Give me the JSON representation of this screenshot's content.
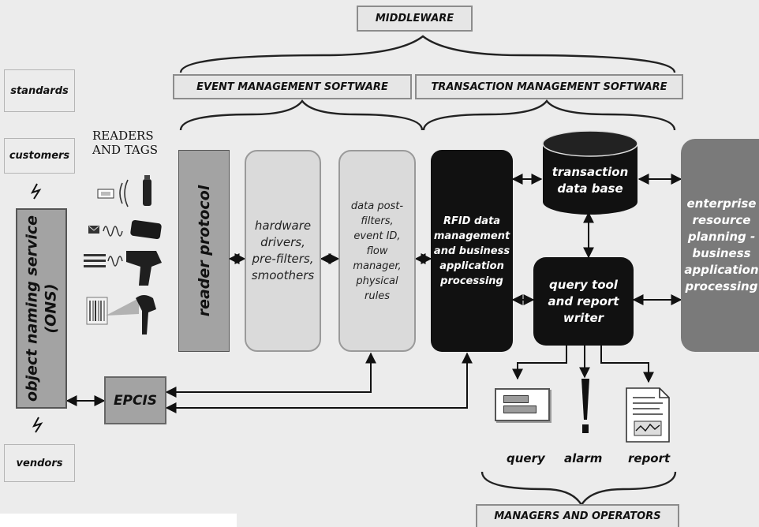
{
  "labels": {
    "middleware": "MIDDLEWARE",
    "event_mgmt": "EVENT MANAGEMENT SOFTWARE",
    "transaction_mgmt": "TRANSACTION MANAGEMENT SOFTWARE",
    "managers_operators": "MANAGERS AND OPERATORS"
  },
  "side": {
    "standards": "standards",
    "customers": "customers",
    "vendors": "vendors"
  },
  "readers_tags": "READERS AND TAGS",
  "nodes": {
    "ons": "object naming service (ONS)",
    "reader_protocol": "reader protocol",
    "hardware_drivers": "hardware drivers, pre-filters, smoothers",
    "data_post_filters": "data post-filters, event ID, flow manager, physical rules",
    "rfid_data_mgmt": "RFID data management and business application processing",
    "transaction_db": "transaction data base",
    "query_tool": "query tool and report writer",
    "erp": "enterprise resource planning - business application processing",
    "epcis": "EPCIS"
  },
  "outputs": {
    "query": "query",
    "alarm": "alarm",
    "report": "report"
  },
  "colors": {
    "background": "#ececec",
    "light_box": "#dadada",
    "dark_box": "#111111",
    "mid_gray": "#a3a3a3",
    "erp_gray": "#7a7a7a"
  }
}
